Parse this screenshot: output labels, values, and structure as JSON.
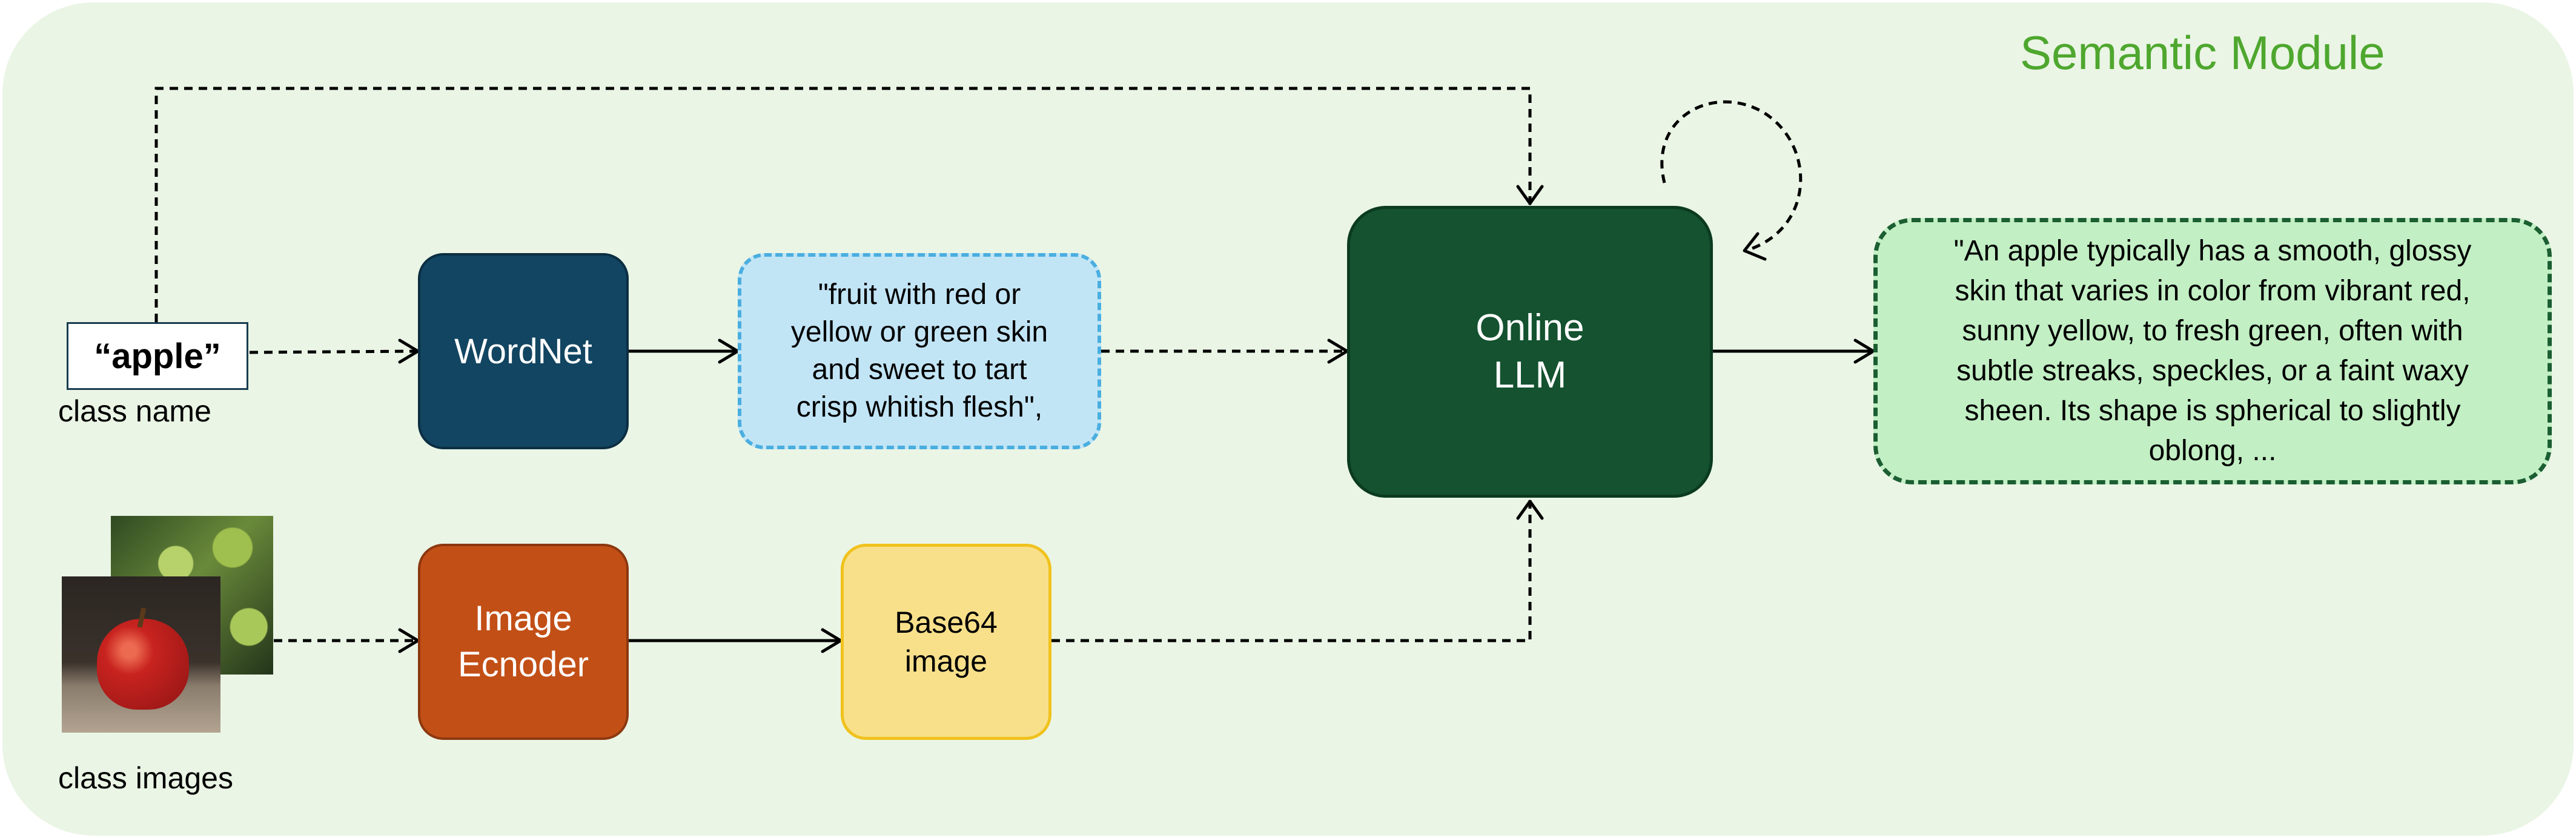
{
  "title": "Semantic Module",
  "class_name": {
    "value": "“apple”",
    "caption": "class name"
  },
  "class_images": {
    "caption": "class images"
  },
  "nodes": {
    "wordnet": "WordNet",
    "definition_lines": [
      "\"fruit with red or",
      "yellow or green skin",
      "and sweet to tart",
      "crisp whitish flesh\","
    ],
    "image_encoder_lines": [
      "Image",
      "Ecnoder"
    ],
    "base64_lines": [
      "Base64",
      "image"
    ],
    "llm_lines": [
      "Online",
      "LLM"
    ],
    "description_lines": [
      "\"An apple typically has a smooth, glossy",
      "skin that varies in color from vibrant red,",
      "sunny yellow, to fresh green, often with",
      "subtle streaks, speckles, or a faint waxy",
      "sheen. Its shape is spherical to slightly",
      "oblong, ..."
    ]
  },
  "colors": {
    "panel": "#eaf5e5",
    "title": "#4ea72e",
    "wordnet": "#124561",
    "definition": "#c2e5f6",
    "encoder": "#c24f16",
    "base64": "#f8e08b",
    "llm": "#145230",
    "description": "#c2efc4"
  }
}
